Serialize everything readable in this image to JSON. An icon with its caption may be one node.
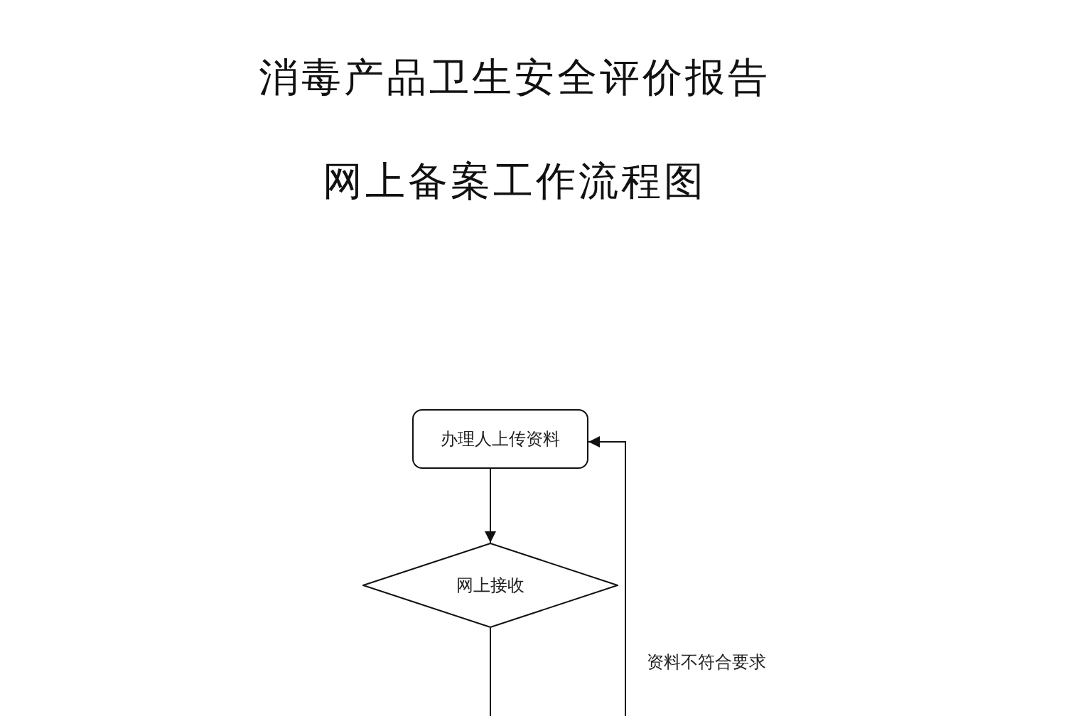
{
  "diagram": {
    "title": "消毒产品卫生安全评价报告网上备案工作流程图",
    "nodes": [
      {
        "text": [
          "办理人上传资料"
        ]
      },
      {
        "text": [
          "网上接收"
        ]
      }
    ],
    "edges": [
      {
        "from": 0,
        "to": 1,
        "arrow": "to"
      },
      {
        "from": 1,
        "to": null,
        "arrow": "none"
      },
      {
        "from": null,
        "to": 0,
        "arrow": "to",
        "label": "资料不符合要求"
      }
    ]
  }
}
